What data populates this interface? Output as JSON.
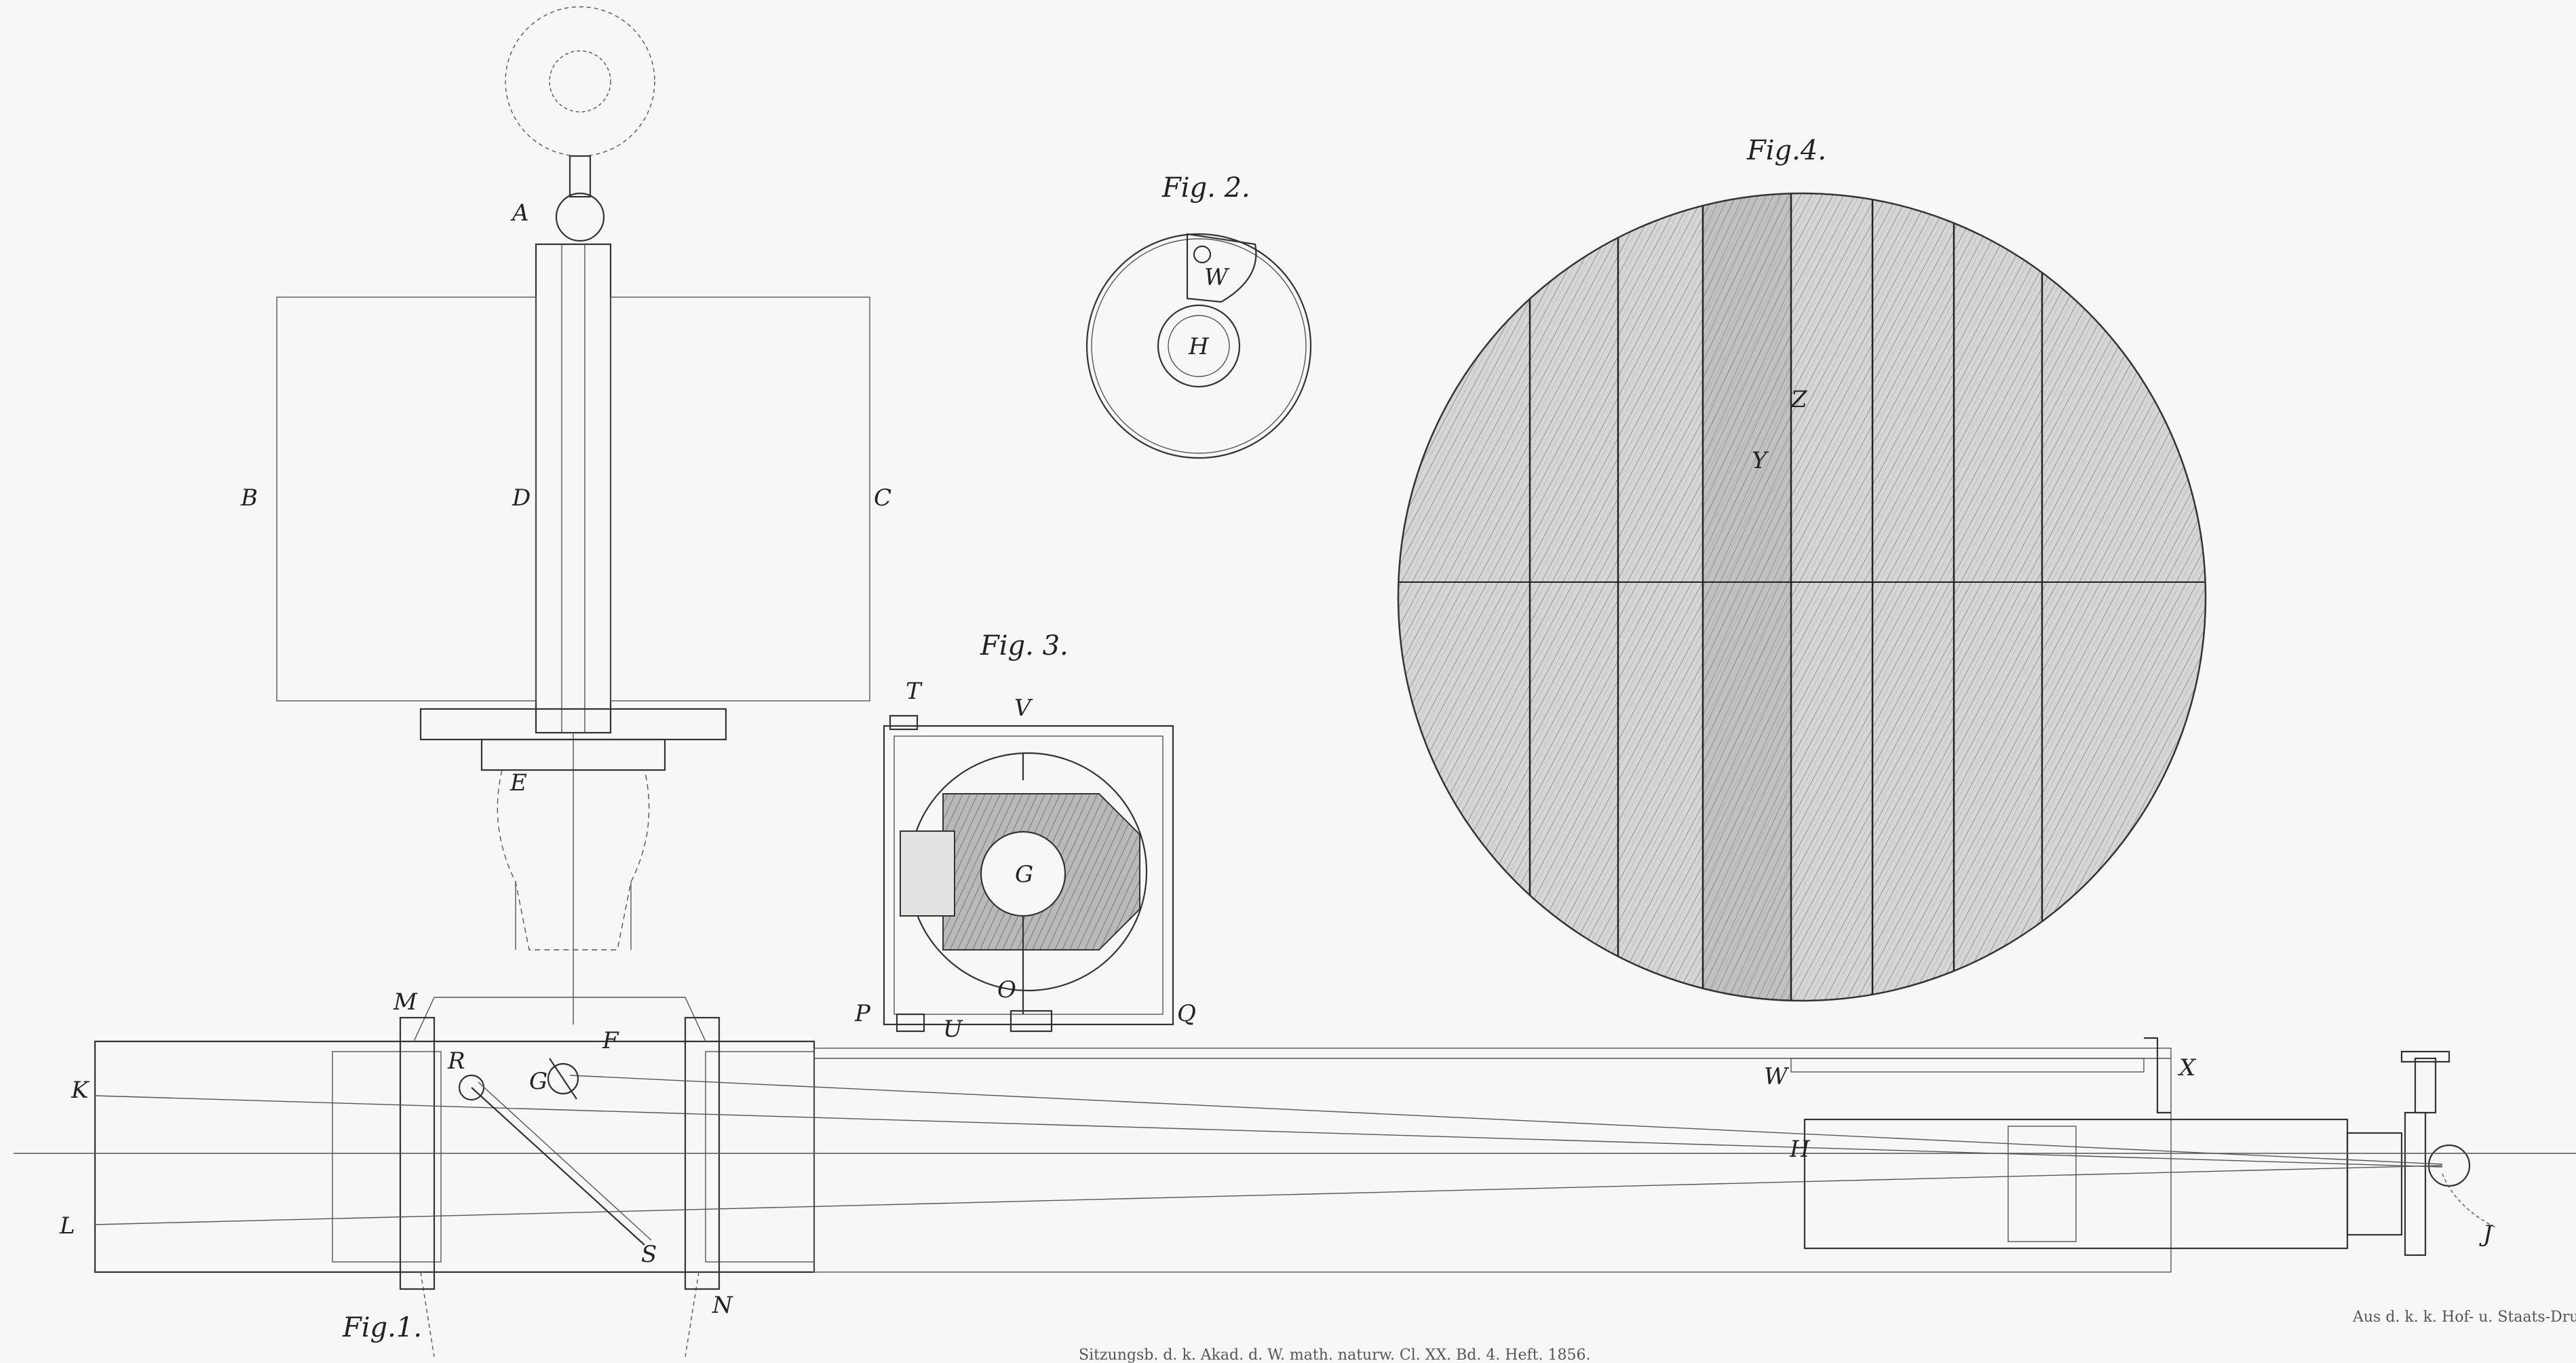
{
  "figures": {
    "fig1": {
      "title": "Fig.1."
    },
    "fig2": {
      "title": "Fig. 2."
    },
    "fig3": {
      "title": "Fig. 3."
    },
    "fig4": {
      "title": "Fig.4."
    }
  },
  "labels": {
    "fig1": [
      "A",
      "B",
      "C",
      "D",
      "E",
      "F",
      "G",
      "R",
      "S",
      "K",
      "L",
      "M",
      "N",
      "W",
      "X",
      "H",
      "J"
    ],
    "fig2": [
      "W",
      "H"
    ],
    "fig3": [
      "T",
      "V",
      "G",
      "P",
      "Q",
      "U",
      "O"
    ],
    "fig4": [
      "Z",
      "Y"
    ]
  },
  "footer": {
    "center": "Sitzungsb. d. k. Akad. d. W. math. naturw. Cl. XX. Bd. 4. Heft. 1856.",
    "right": "Aus d. k. k. Hof- u. Staats-Druckerei"
  },
  "colors": {
    "ink": "#333333",
    "paper": "#f7f7f5",
    "shade": "#b8b8b8"
  }
}
